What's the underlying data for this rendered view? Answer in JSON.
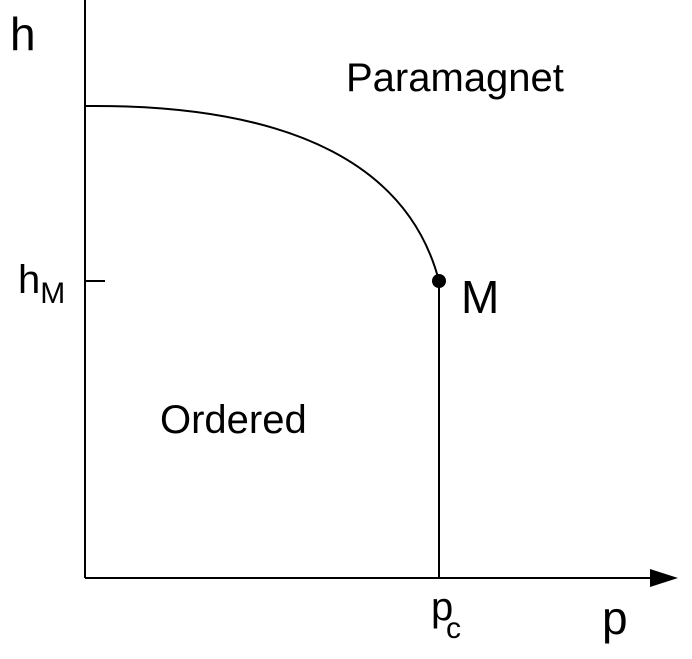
{
  "diagram": {
    "axes": {
      "y_label": "h",
      "x_label": "p"
    },
    "ticks": {
      "h_M_main": "h",
      "h_M_sub": "M",
      "p_c_main": "p",
      "p_c_sub": "c"
    },
    "regions": {
      "upper": "Paramagnet",
      "lower": "Ordered"
    },
    "point": {
      "label": "M"
    },
    "colors": {
      "ink": "#000000",
      "background": "#ffffff"
    }
  }
}
